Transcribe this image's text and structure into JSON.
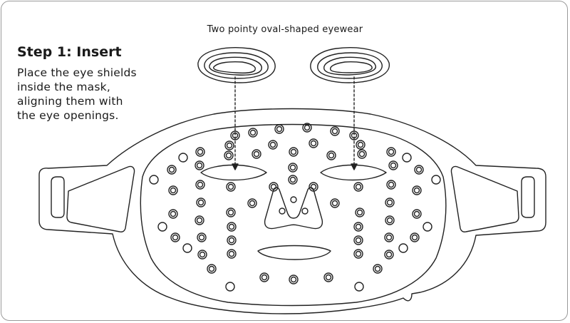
{
  "caption": "Two pointy oval-shaped eyewear",
  "step": {
    "title": "Step 1: Insert",
    "lines": [
      "Place the eye shields",
      "inside the mask,",
      "aligning them with",
      "the eye openings."
    ]
  },
  "colors": {
    "stroke": "#222222",
    "frame": "#9a9a9a",
    "background": "#ffffff"
  },
  "icons": [
    "eye-shield-icon",
    "face-mask-icon",
    "arrow-down-icon"
  ]
}
